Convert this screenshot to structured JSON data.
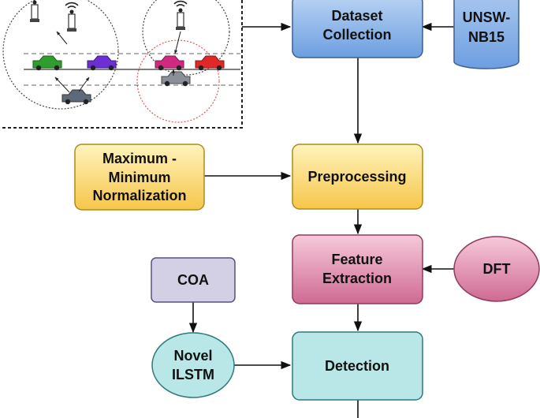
{
  "nodes": {
    "dataset": {
      "line1": "Dataset",
      "line2": "Collection"
    },
    "unsw": {
      "line1": "UNSW-",
      "line2": "NB15"
    },
    "norm": {
      "line1": "Maximum -",
      "line2": "Minimum",
      "line3": "Normalization"
    },
    "preprocessing": {
      "label": "Preprocessing"
    },
    "feature": {
      "line1": "Feature",
      "line2": "Extraction"
    },
    "dft": {
      "label": "DFT"
    },
    "coa": {
      "label": "COA"
    },
    "ilstm": {
      "line1": "Novel",
      "line2": "ILSTM"
    },
    "detection": {
      "label": "Detection"
    }
  },
  "colors": {
    "blue_top": "#b9d3f3",
    "blue_bottom": "#6d9ee0",
    "yellow_top": "#fff3bd",
    "yellow_bottom": "#f6c64a",
    "pink_top": "#f6c9da",
    "pink_bottom": "#cf6a93",
    "teal": "#b9e6e6",
    "lavender": "#d3d0e6"
  }
}
